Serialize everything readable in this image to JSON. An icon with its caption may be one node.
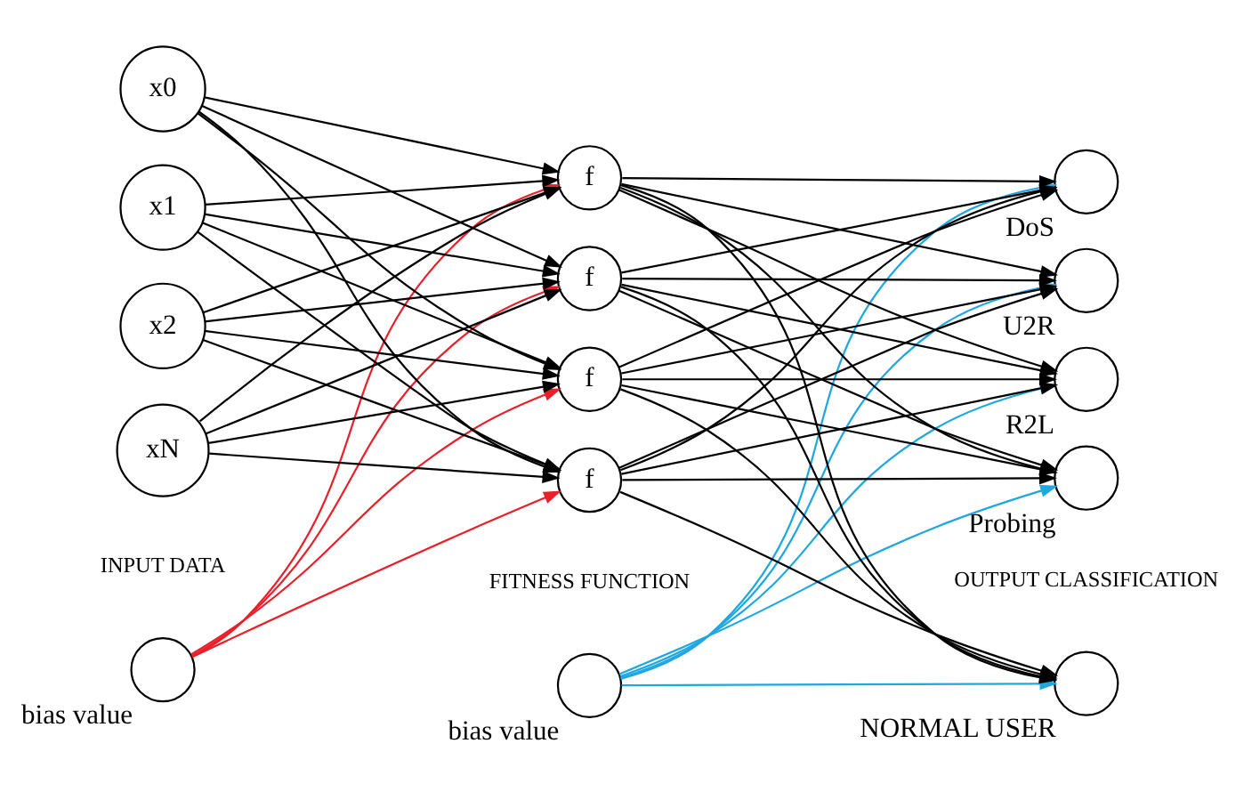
{
  "diagram": {
    "nodes": [
      {
        "text": [],
        "shape": "circle",
        "beside": [
          "bias value"
        ]
      },
      {
        "text": [],
        "shape": "circle",
        "beside": [
          "bias value"
        ]
      },
      {
        "text": [
          "x0"
        ]
      },
      {
        "text": [
          "x1"
        ]
      },
      {
        "text": [
          "x2"
        ]
      },
      {
        "text": [
          "xN"
        ]
      },
      {
        "text": [
          "f"
        ]
      },
      {
        "text": [
          "f"
        ]
      },
      {
        "text": [
          "f"
        ]
      },
      {
        "text": [
          "f"
        ]
      },
      {
        "text": [],
        "shape": "circle",
        "beside": [
          "NORMAL USER"
        ]
      },
      {
        "text": [],
        "shape": "circle",
        "beside": [
          "DoS"
        ]
      },
      {
        "text": [],
        "shape": "circle",
        "beside": [
          "U2R"
        ]
      },
      {
        "text": [],
        "shape": "circle",
        "beside": [
          "R2L"
        ]
      },
      {
        "text": [],
        "shape": "circle",
        "beside": [
          "Probing"
        ]
      }
    ],
    "edges": [
      {
        "from": 0,
        "to": 6,
        "arrow": "to",
        "color": "#e8202a"
      },
      {
        "from": 0,
        "to": 7,
        "arrow": "to",
        "color": "#e8202a"
      },
      {
        "from": 0,
        "to": 8,
        "arrow": "to",
        "color": "#e8202a"
      },
      {
        "from": 0,
        "to": 9,
        "arrow": "to",
        "color": "#e8202a"
      },
      {
        "from": 1,
        "to": 10,
        "arrow": "to",
        "color": "#1fa7e0"
      },
      {
        "from": 1,
        "to": 11,
        "arrow": "to",
        "color": "#1fa7e0"
      },
      {
        "from": 1,
        "to": 12,
        "arrow": "to",
        "color": "#1fa7e0"
      },
      {
        "from": 1,
        "to": 13,
        "arrow": "to",
        "color": "#1fa7e0"
      },
      {
        "from": 1,
        "to": 14,
        "arrow": "to",
        "color": "#1fa7e0"
      },
      {
        "from": 2,
        "to": 6,
        "arrow": "to"
      },
      {
        "from": 2,
        "to": 7,
        "arrow": "to"
      },
      {
        "from": 2,
        "to": 8,
        "arrow": "to"
      },
      {
        "from": 2,
        "to": 9,
        "arrow": "to"
      },
      {
        "from": 3,
        "to": 6,
        "arrow": "to"
      },
      {
        "from": 3,
        "to": 7,
        "arrow": "to"
      },
      {
        "from": 3,
        "to": 8,
        "arrow": "to"
      },
      {
        "from": 3,
        "to": 9,
        "arrow": "to"
      },
      {
        "from": 4,
        "to": 6,
        "arrow": "to"
      },
      {
        "from": 4,
        "to": 7,
        "arrow": "to"
      },
      {
        "from": 4,
        "to": 8,
        "arrow": "to"
      },
      {
        "from": 4,
        "to": 9,
        "arrow": "to"
      },
      {
        "from": 5,
        "to": 6,
        "arrow": "to"
      },
      {
        "from": 5,
        "to": 7,
        "arrow": "to"
      },
      {
        "from": 5,
        "to": 8,
        "arrow": "to"
      },
      {
        "from": 5,
        "to": 9,
        "arrow": "to"
      },
      {
        "from": 6,
        "to": 10,
        "arrow": "to"
      },
      {
        "from": 6,
        "to": 11,
        "arrow": "to"
      },
      {
        "from": 6,
        "to": 12,
        "arrow": "to"
      },
      {
        "from": 6,
        "to": 13,
        "arrow": "to"
      },
      {
        "from": 6,
        "to": 14,
        "arrow": "to"
      },
      {
        "from": 7,
        "to": 10,
        "arrow": "to"
      },
      {
        "from": 7,
        "to": 11,
        "arrow": "to"
      },
      {
        "from": 7,
        "to": 12,
        "arrow": "to"
      },
      {
        "from": 7,
        "to": 13,
        "arrow": "to"
      },
      {
        "from": 7,
        "to": 14,
        "arrow": "to"
      },
      {
        "from": 8,
        "to": 10,
        "arrow": "to"
      },
      {
        "from": 8,
        "to": 11,
        "arrow": "to"
      },
      {
        "from": 8,
        "to": 12,
        "arrow": "to"
      },
      {
        "from": 8,
        "to": 13,
        "arrow": "to"
      },
      {
        "from": 8,
        "to": 14,
        "arrow": "to"
      },
      {
        "from": 9,
        "to": 10,
        "arrow": "to"
      },
      {
        "from": 9,
        "to": 11,
        "arrow": "to"
      },
      {
        "from": 9,
        "to": 12,
        "arrow": "to"
      },
      {
        "from": 9,
        "to": 13,
        "arrow": "to"
      },
      {
        "from": 9,
        "to": 14,
        "arrow": "to"
      }
    ],
    "labels": [
      "INPUT DATA",
      "FITNESS FUNCTION",
      "OUTPUT CLASSIFICATION"
    ]
  }
}
